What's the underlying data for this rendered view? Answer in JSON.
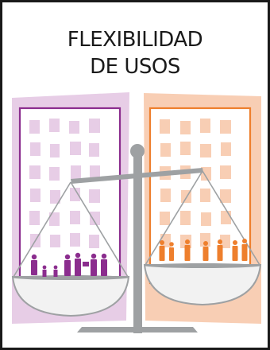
{
  "title": {
    "line1": "FLEXIBILIDAD",
    "line2": "DE USOS"
  },
  "colors": {
    "purple_dark": "#8b2d8e",
    "purple_light": "#e7cde6",
    "orange_dark": "#ee7f2d",
    "orange_light": "#f8ceb4",
    "scale_gray": "#9ea1a3",
    "dish_fill": "#f2f2f2",
    "frame": "#1a1a1a"
  },
  "scene": {
    "left_building": "purple-building",
    "right_building": "orange-building",
    "scale": "balance-scale",
    "left_figures": "purple-people-group",
    "right_figures": "orange-people-group"
  }
}
